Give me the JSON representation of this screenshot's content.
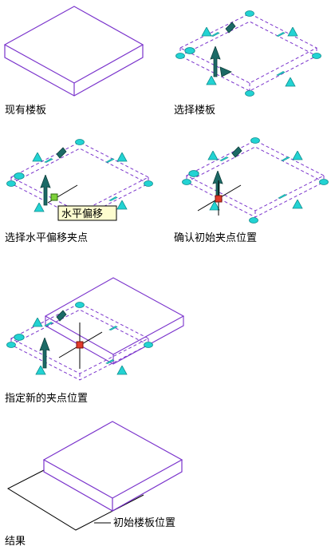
{
  "captions": {
    "p1": "现有楼板",
    "p2": "选择楼板",
    "p3": "选择水平偏移夹点",
    "p4": "确认初始夹点位置",
    "p5": "指定新的夹点位置",
    "p6": "结果"
  },
  "tooltip": "水平偏移",
  "callout": "初始楼板位置",
  "colors": {
    "slab": "#7a33cc",
    "grip_fill": "#22d3d3",
    "grip_dark": "#1c6a66",
    "hot_grip": "#e23b2b",
    "selected_grip": "#7dd13a",
    "tooltip_bg": "#fdfccf"
  }
}
